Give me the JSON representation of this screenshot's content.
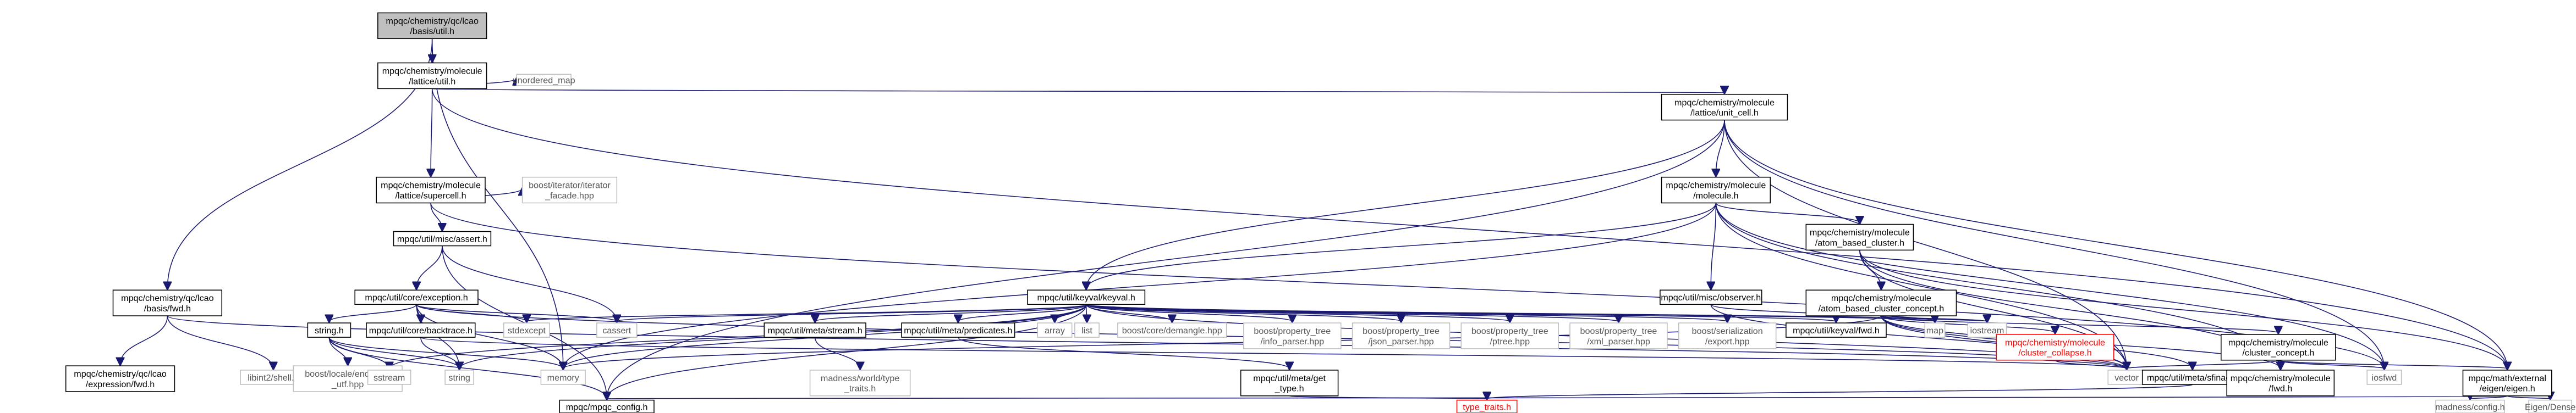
{
  "graph": {
    "nodes": [
      {
        "id": "utilh",
        "lines": [
          "mpqc/chemistry/qc/lcao",
          "/basis/util.h"
        ],
        "style": "root"
      },
      {
        "id": "latticeutil",
        "lines": [
          "mpqc/chemistry/molecule",
          "/lattice/util.h"
        ],
        "style": "normal"
      },
      {
        "id": "unordered_map",
        "lines": [
          "unordered_map"
        ],
        "style": "leaf"
      },
      {
        "id": "unitcell",
        "lines": [
          "mpqc/chemistry/molecule",
          "/lattice/unit_cell.h"
        ],
        "style": "normal"
      },
      {
        "id": "supercell",
        "lines": [
          "mpqc/chemistry/molecule",
          "/lattice/supercell.h"
        ],
        "style": "normal"
      },
      {
        "id": "boostiter",
        "lines": [
          "boost/iterator/iterator",
          "_facade.hpp"
        ],
        "style": "leaf"
      },
      {
        "id": "moleculeh",
        "lines": [
          "mpqc/chemistry/molecule",
          "/molecule.h"
        ],
        "style": "normal"
      },
      {
        "id": "assert",
        "lines": [
          "mpqc/util/misc/assert.h"
        ],
        "style": "normal"
      },
      {
        "id": "abc",
        "lines": [
          "mpqc/chemistry/molecule",
          "/atom_based_cluster.h"
        ],
        "style": "normal"
      },
      {
        "id": "keyval",
        "lines": [
          "mpqc/util/keyval/keyval.h"
        ],
        "style": "normal"
      },
      {
        "id": "observer",
        "lines": [
          "mpqc/util/misc/observer.h"
        ],
        "style": "normal"
      },
      {
        "id": "abcc",
        "lines": [
          "mpqc/chemistry/molecule",
          "/atom_based_cluster_concept.h"
        ],
        "style": "normal"
      },
      {
        "id": "exception",
        "lines": [
          "mpqc/util/core/exception.h"
        ],
        "style": "normal"
      },
      {
        "id": "basisfwd",
        "lines": [
          "mpqc/chemistry/qc/lcao",
          "/basis/fwd.h"
        ],
        "style": "normal"
      },
      {
        "id": "stringh",
        "lines": [
          "string.h"
        ],
        "style": "normal"
      },
      {
        "id": "backtrace",
        "lines": [
          "mpqc/util/core/backtrace.h"
        ],
        "style": "normal"
      },
      {
        "id": "stdexcept",
        "lines": [
          "stdexcept"
        ],
        "style": "leaf"
      },
      {
        "id": "cassert",
        "lines": [
          "cassert"
        ],
        "style": "leaf"
      },
      {
        "id": "stream",
        "lines": [
          "mpqc/util/meta/stream.h"
        ],
        "style": "normal"
      },
      {
        "id": "predicates",
        "lines": [
          "mpqc/util/meta/predicates.h"
        ],
        "style": "normal"
      },
      {
        "id": "array",
        "lines": [
          "array"
        ],
        "style": "leaf"
      },
      {
        "id": "list",
        "lines": [
          "list"
        ],
        "style": "leaf"
      },
      {
        "id": "demangle",
        "lines": [
          "boost/core/demangle.hpp"
        ],
        "style": "leaf"
      },
      {
        "id": "infoparser",
        "lines": [
          "boost/property_tree",
          "/info_parser.hpp"
        ],
        "style": "leaf"
      },
      {
        "id": "jsonparser",
        "lines": [
          "boost/property_tree",
          "/json_parser.hpp"
        ],
        "style": "leaf"
      },
      {
        "id": "ptree",
        "lines": [
          "boost/property_tree",
          "/ptree.hpp"
        ],
        "style": "leaf"
      },
      {
        "id": "xmlparser",
        "lines": [
          "boost/property_tree",
          "/xml_parser.hpp"
        ],
        "style": "leaf"
      },
      {
        "id": "serexport",
        "lines": [
          "boost/serialization",
          "/export.hpp"
        ],
        "style": "leaf"
      },
      {
        "id": "keyvalfwd",
        "lines": [
          "mpqc/util/keyval/fwd.h"
        ],
        "style": "normal"
      },
      {
        "id": "map",
        "lines": [
          "map"
        ],
        "style": "leaf"
      },
      {
        "id": "iostream",
        "lines": [
          "iostream"
        ],
        "style": "leaf"
      },
      {
        "id": "clcollapse",
        "lines": [
          "mpqc/chemistry/molecule",
          "/cluster_collapse.h"
        ],
        "style": "red"
      },
      {
        "id": "clconcept",
        "lines": [
          "mpqc/chemistry/molecule",
          "/cluster_concept.h"
        ],
        "style": "normal"
      },
      {
        "id": "exprfwd",
        "lines": [
          "mpqc/chemistry/qc/lcao",
          "/expression/fwd.h"
        ],
        "style": "normal"
      },
      {
        "id": "libint",
        "lines": [
          "libint2/shell.h"
        ],
        "style": "leaf"
      },
      {
        "id": "boostlocale",
        "lines": [
          "boost/locale/encoding",
          "_utf.hpp"
        ],
        "style": "leaf"
      },
      {
        "id": "sstream",
        "lines": [
          "sstream"
        ],
        "style": "leaf"
      },
      {
        "id": "stringstd",
        "lines": [
          "string"
        ],
        "style": "leaf"
      },
      {
        "id": "memory",
        "lines": [
          "memory"
        ],
        "style": "leaf"
      },
      {
        "id": "madness",
        "lines": [
          "madness/world/type",
          "_traits.h"
        ],
        "style": "leaf"
      },
      {
        "id": "metaget",
        "lines": [
          "mpqc/util/meta/get",
          "_type.h"
        ],
        "style": "normal"
      },
      {
        "id": "vector",
        "lines": [
          "vector"
        ],
        "style": "leaf"
      },
      {
        "id": "sfinae",
        "lines": [
          "mpqc/util/meta/sfinae.h"
        ],
        "style": "normal"
      },
      {
        "id": "molfwd",
        "lines": [
          "mpqc/chemistry/molecule",
          "/fwd.h"
        ],
        "style": "normal"
      },
      {
        "id": "iosfwd",
        "lines": [
          "iosfwd"
        ],
        "style": "leaf"
      },
      {
        "id": "eigen",
        "lines": [
          "mpqc/math/external",
          "/eigen/eigen.h"
        ],
        "style": "normal"
      },
      {
        "id": "config",
        "lines": [
          "mpqc/mpqc_config.h"
        ],
        "style": "normal"
      },
      {
        "id": "typetraits",
        "lines": [
          "type_traits.h"
        ],
        "style": "red"
      },
      {
        "id": "madconfig",
        "lines": [
          "madness/config.h"
        ],
        "style": "leaf"
      },
      {
        "id": "eigendense",
        "lines": [
          "Eigen/Dense"
        ],
        "style": "leaf"
      }
    ]
  }
}
